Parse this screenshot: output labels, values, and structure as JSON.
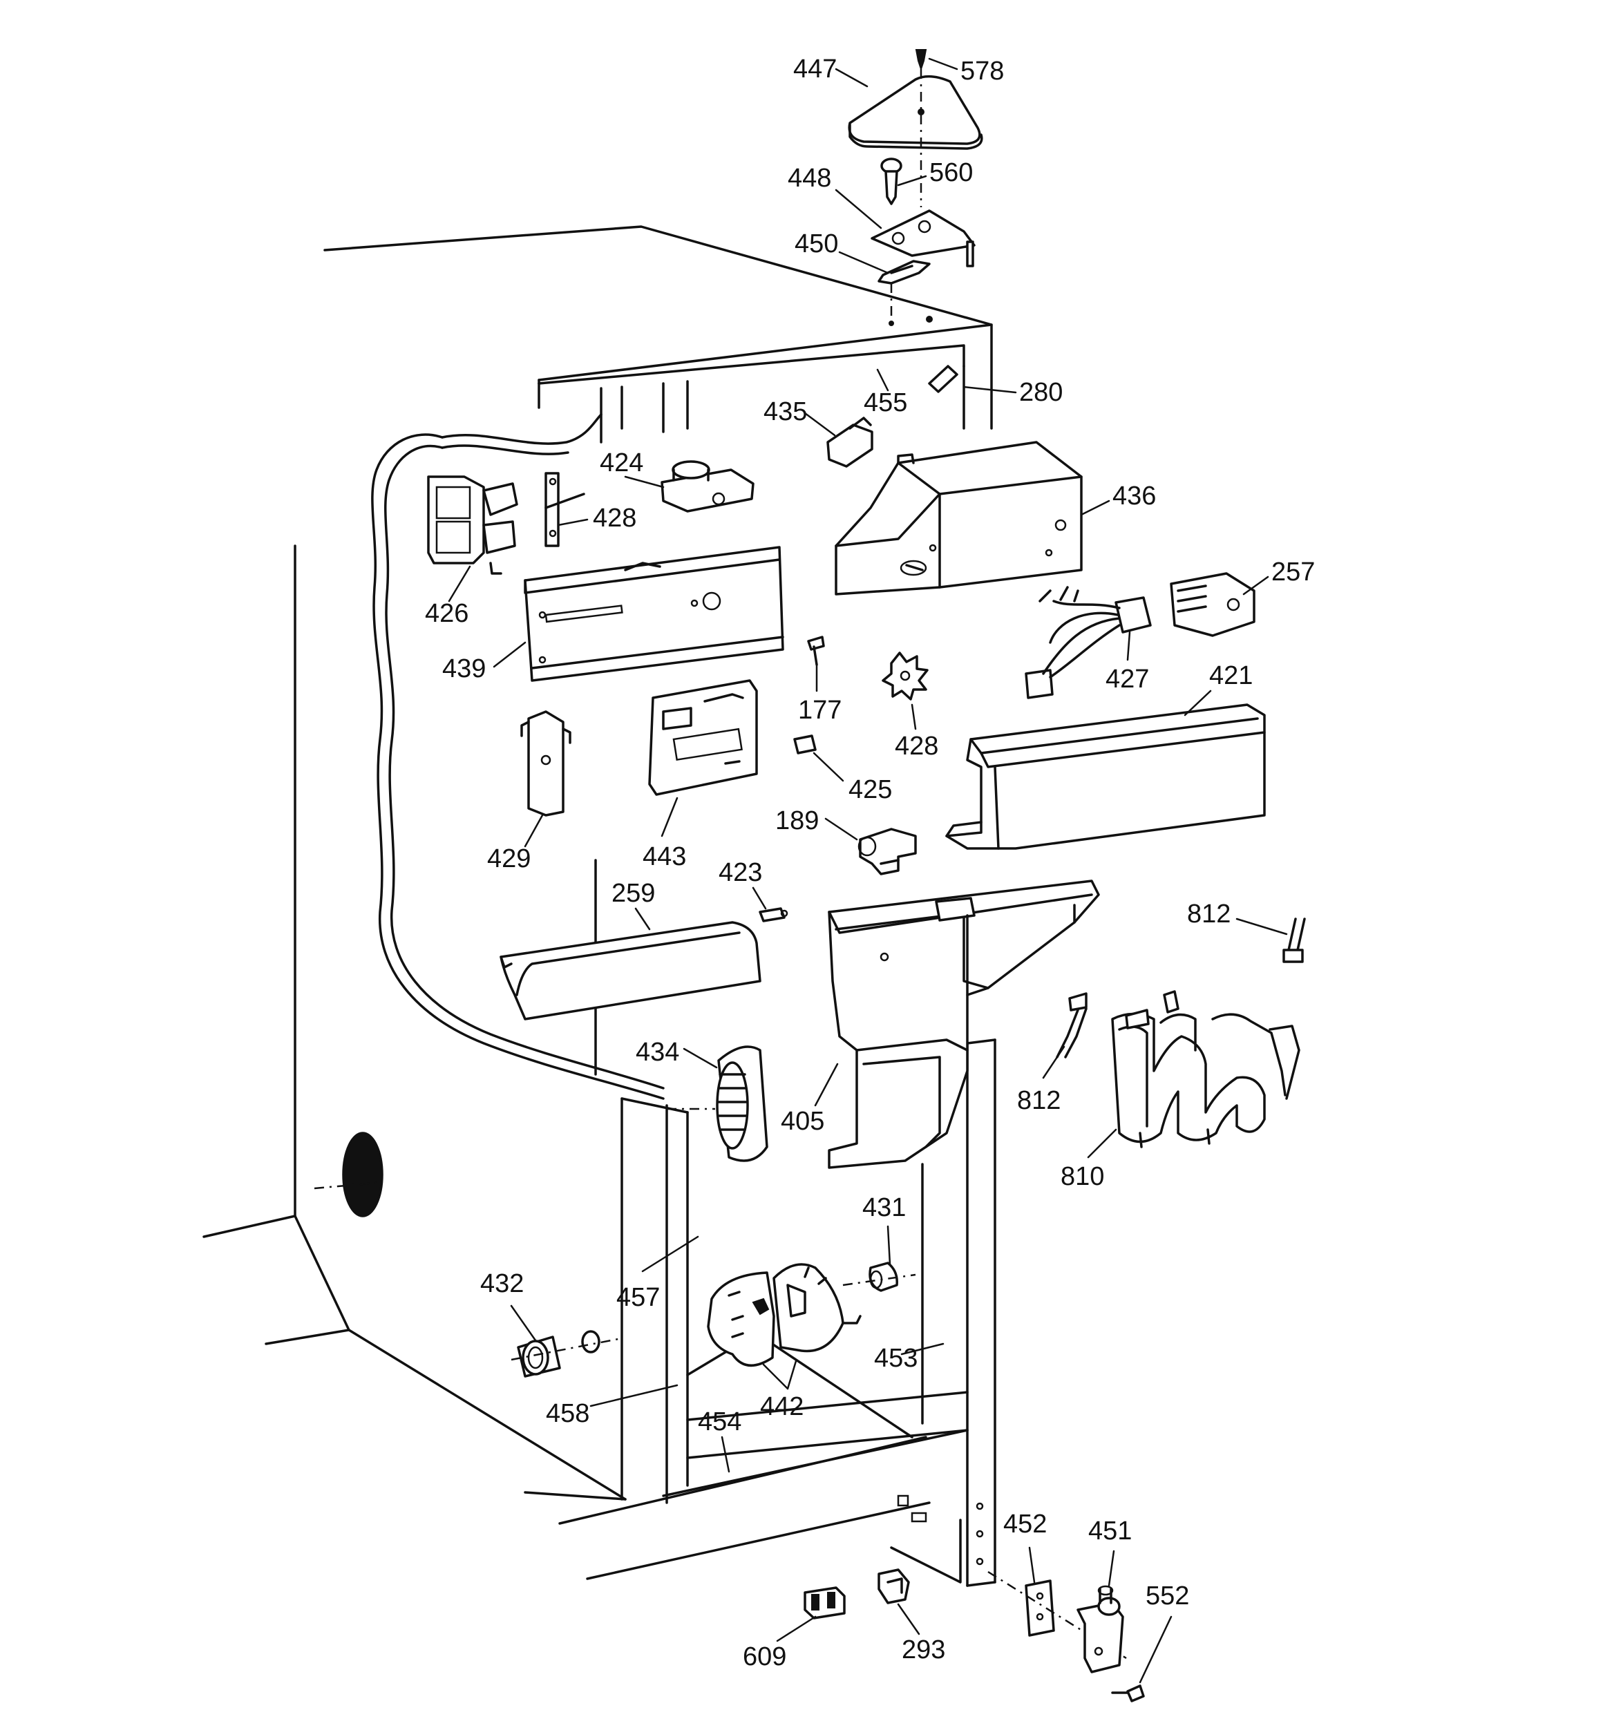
{
  "diagram": {
    "labels": {
      "p447": "447",
      "p578": "578",
      "p448": "448",
      "p560": "560",
      "p450": "450",
      "p280": "280",
      "p455": "455",
      "p435": "435",
      "p424": "424",
      "p428a": "428",
      "p436": "436",
      "p426": "426",
      "p439": "439",
      "p257": "257",
      "p177": "177",
      "p427": "427",
      "p421": "421",
      "p428b": "428",
      "p429": "429",
      "p443": "443",
      "p425": "425",
      "p189": "189",
      "p423": "423",
      "p259": "259",
      "p812a": "812",
      "p434": "434",
      "p405": "405",
      "p812b": "812",
      "p810": "810",
      "p431": "431",
      "p432": "432",
      "p457": "457",
      "p453": "453",
      "p442": "442",
      "p458": "458",
      "p454": "454",
      "p452": "452",
      "p451": "451",
      "p552": "552",
      "p609": "609",
      "p293": "293"
    }
  }
}
